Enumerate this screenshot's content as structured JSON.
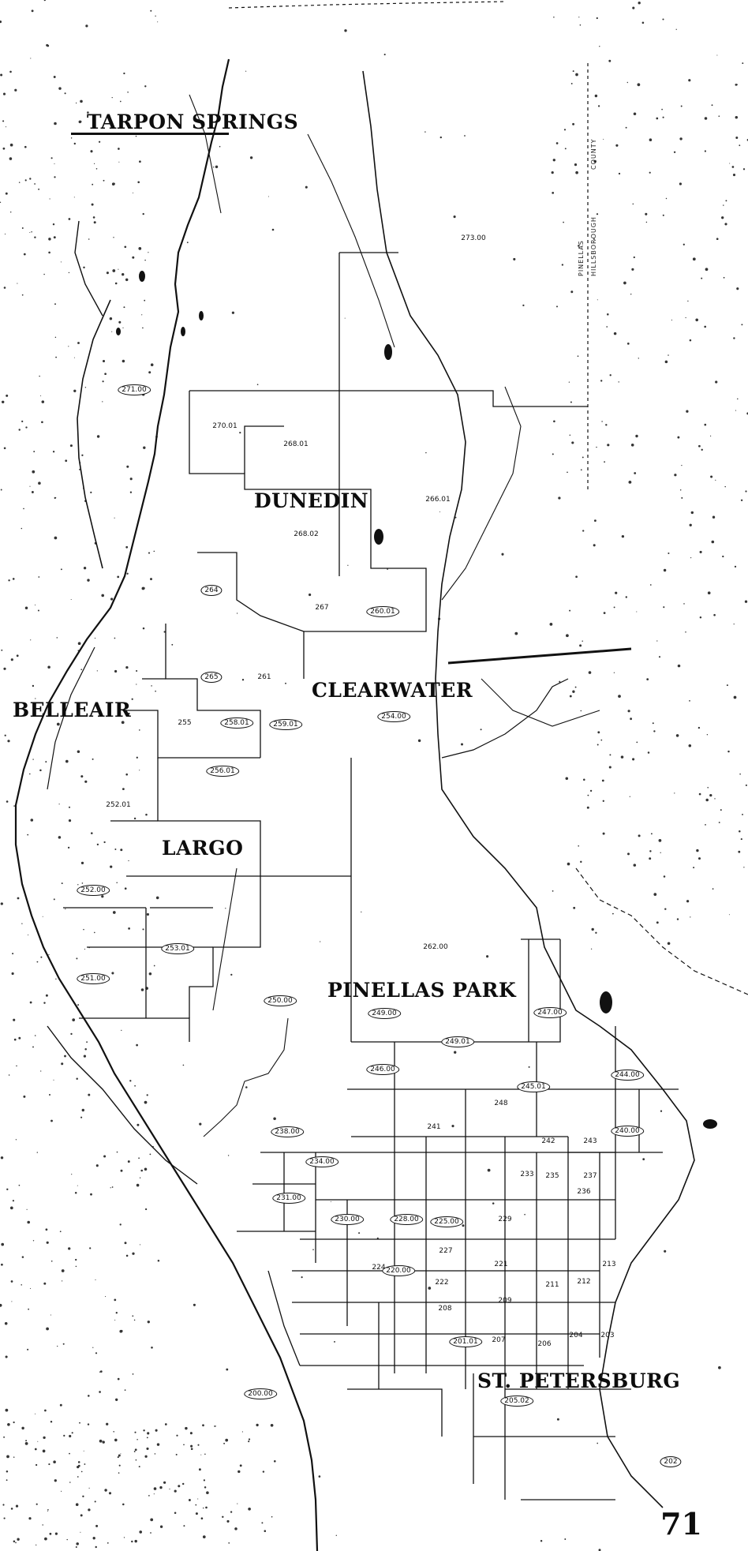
{
  "map": {
    "cities": {
      "tarpon_springs": "TARPON SPRINGS",
      "dunedin": "DUNEDIN",
      "clearwater": "CLEARWATER",
      "belleair": "BELLEAIR",
      "largo": "LARGO",
      "pinellas_park": "PINELLAS PARK",
      "st_petersburg": "ST. PETERSBURG"
    },
    "county_line": {
      "west": "PINELLAS",
      "east": "HILLSBOROUGH",
      "suffix": "COUNTY"
    },
    "tracts": {
      "t1": "273.00",
      "t2": "271.00",
      "t3": "270.01",
      "t4": "268.01",
      "t5": "268.02",
      "t6": "266.01",
      "t7": "260.01",
      "t8": "258.01",
      "t9": "259.01",
      "t10": "256.01",
      "t11": "254.00",
      "t12": "252.01",
      "t13": "253.01",
      "t14": "252.00",
      "t15": "251.00",
      "t16": "250.00",
      "t17": "249.00",
      "t18": "247.00",
      "t19": "246.00",
      "t20": "244.00",
      "t21": "240.00",
      "t22": "238.00",
      "t23": "234.00",
      "t24": "231.00",
      "t25": "230.00",
      "t26": "228.00",
      "t27": "225.00",
      "t28": "220.00",
      "t29": "201.01",
      "t30": "205.02",
      "t31": "200.00",
      "t32": "249.01",
      "t33": "245.01",
      "t34": "262.00",
      "t35": "264",
      "t36": "265",
      "t37": "267",
      "t38": "261",
      "t39": "255",
      "t40": "248",
      "t41": "241",
      "t42": "242",
      "t43": "243",
      "t44": "237",
      "t45": "236",
      "t46": "235",
      "t47": "233",
      "t48": "229",
      "t49": "227",
      "t50": "224",
      "t51": "222",
      "t52": "221",
      "t53": "213",
      "t54": "212",
      "t55": "211",
      "t56": "209",
      "t57": "208",
      "t58": "207",
      "t59": "206",
      "t60": "204",
      "t61": "203",
      "t62": "202"
    },
    "page_number": "71"
  }
}
